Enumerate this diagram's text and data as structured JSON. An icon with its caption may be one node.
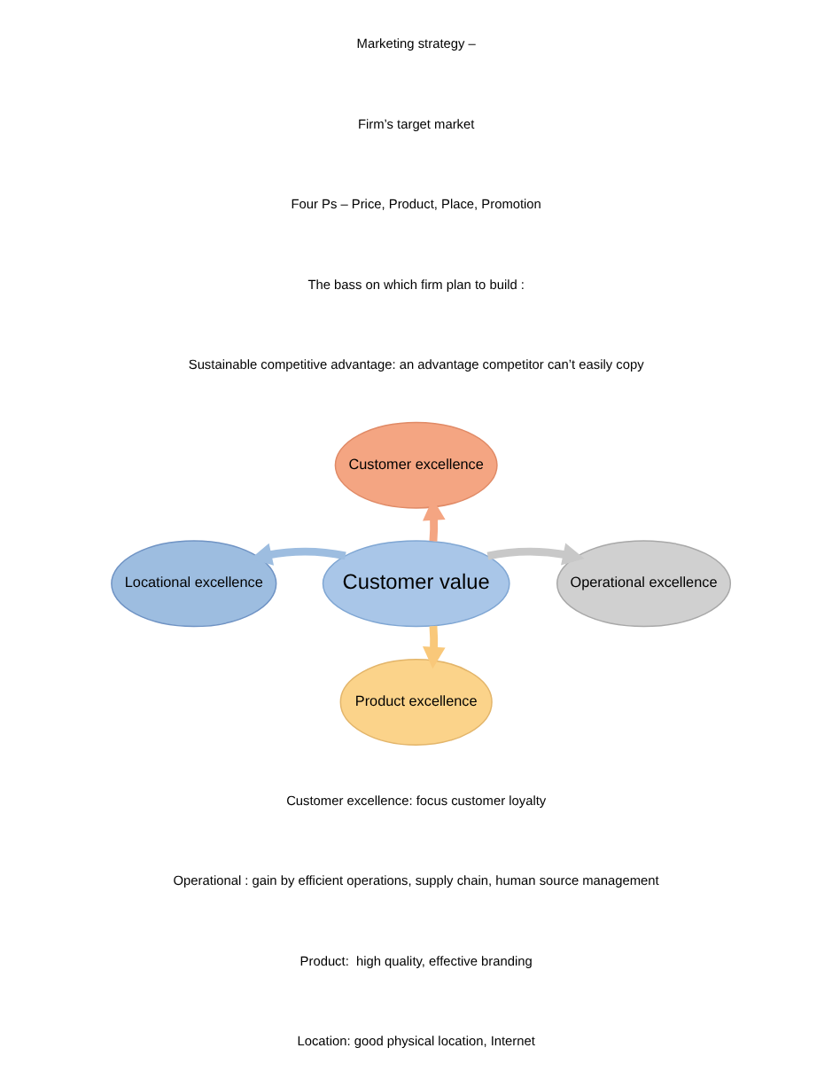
{
  "diagram": {
    "nodes": [
      {
        "text": [
          "Customer value"
        ]
      },
      {
        "text": [
          "Customer excellence"
        ]
      },
      {
        "text": [
          "Locational excellence"
        ]
      },
      {
        "text": [
          "Operational excellence"
        ]
      },
      {
        "text": [
          "Product excellence"
        ]
      }
    ],
    "edges": [
      {
        "from": 0,
        "to": 1,
        "arrow": "to",
        "color": "#f4a582"
      },
      {
        "from": 0,
        "to": 2,
        "arrow": "to",
        "color": "#9dbde0"
      },
      {
        "from": 0,
        "to": 3,
        "arrow": "to",
        "color": "#c8c8c8"
      },
      {
        "from": 0,
        "to": 4,
        "arrow": "to",
        "color": "#f9c87a"
      }
    ],
    "labels": [
      "Marketing strategy –",
      "Firm’s target market",
      "Four Ps – Price, Product, Place, Promotion",
      "The bass on which firm plan to build :",
      "Sustainable competitive advantage: an advantage competitor can’t easily copy",
      "Customer excellence: focus customer loyalty",
      "Operational : gain by efficient operations, supply chain, human source management",
      "Product:  high quality, effective branding",
      "Location: good physical location, Internet"
    ]
  }
}
